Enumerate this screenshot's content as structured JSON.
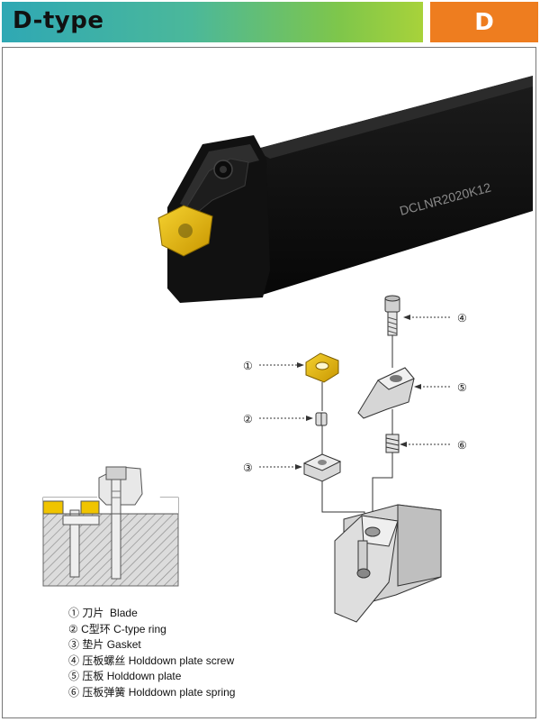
{
  "header": {
    "title": "D-type",
    "badge": "D",
    "band_colors": [
      "#2fa8b4",
      "#7ec64b",
      "#a8d23a"
    ],
    "badge_color": "#ee7d1f"
  },
  "tool": {
    "model_marking": "DCLNR2020K12"
  },
  "callouts": [
    "①",
    "②",
    "③",
    "④",
    "⑤",
    "⑥"
  ],
  "legend": [
    {
      "num": "①",
      "zh": "刀片",
      "en": "Blade"
    },
    {
      "num": "②",
      "zh": "C型环",
      "en": "C-type ring"
    },
    {
      "num": "③",
      "zh": "垫片",
      "en": "Gasket"
    },
    {
      "num": "④",
      "zh": "压板螺丝",
      "en": "Holddown plate screw"
    },
    {
      "num": "⑤",
      "zh": "压板",
      "en": "Holddown plate"
    },
    {
      "num": "⑥",
      "zh": "压板弹簧",
      "en": "Holddown plate spring"
    }
  ],
  "colors": {
    "shank": "#141414",
    "insert": "#e0b400",
    "part_gray": "#d4d4d4"
  }
}
